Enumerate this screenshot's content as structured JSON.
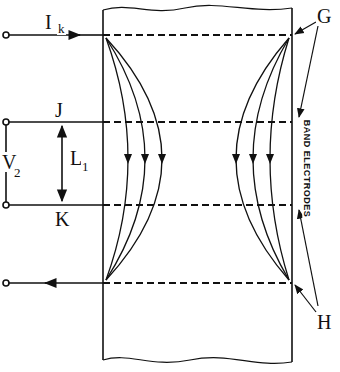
{
  "diagram": {
    "labels": [
      "I",
      "k",
      "J",
      "L",
      "1",
      "V",
      "2",
      "K",
      "G",
      "H",
      "BAND ELECTRODES"
    ]
  }
}
